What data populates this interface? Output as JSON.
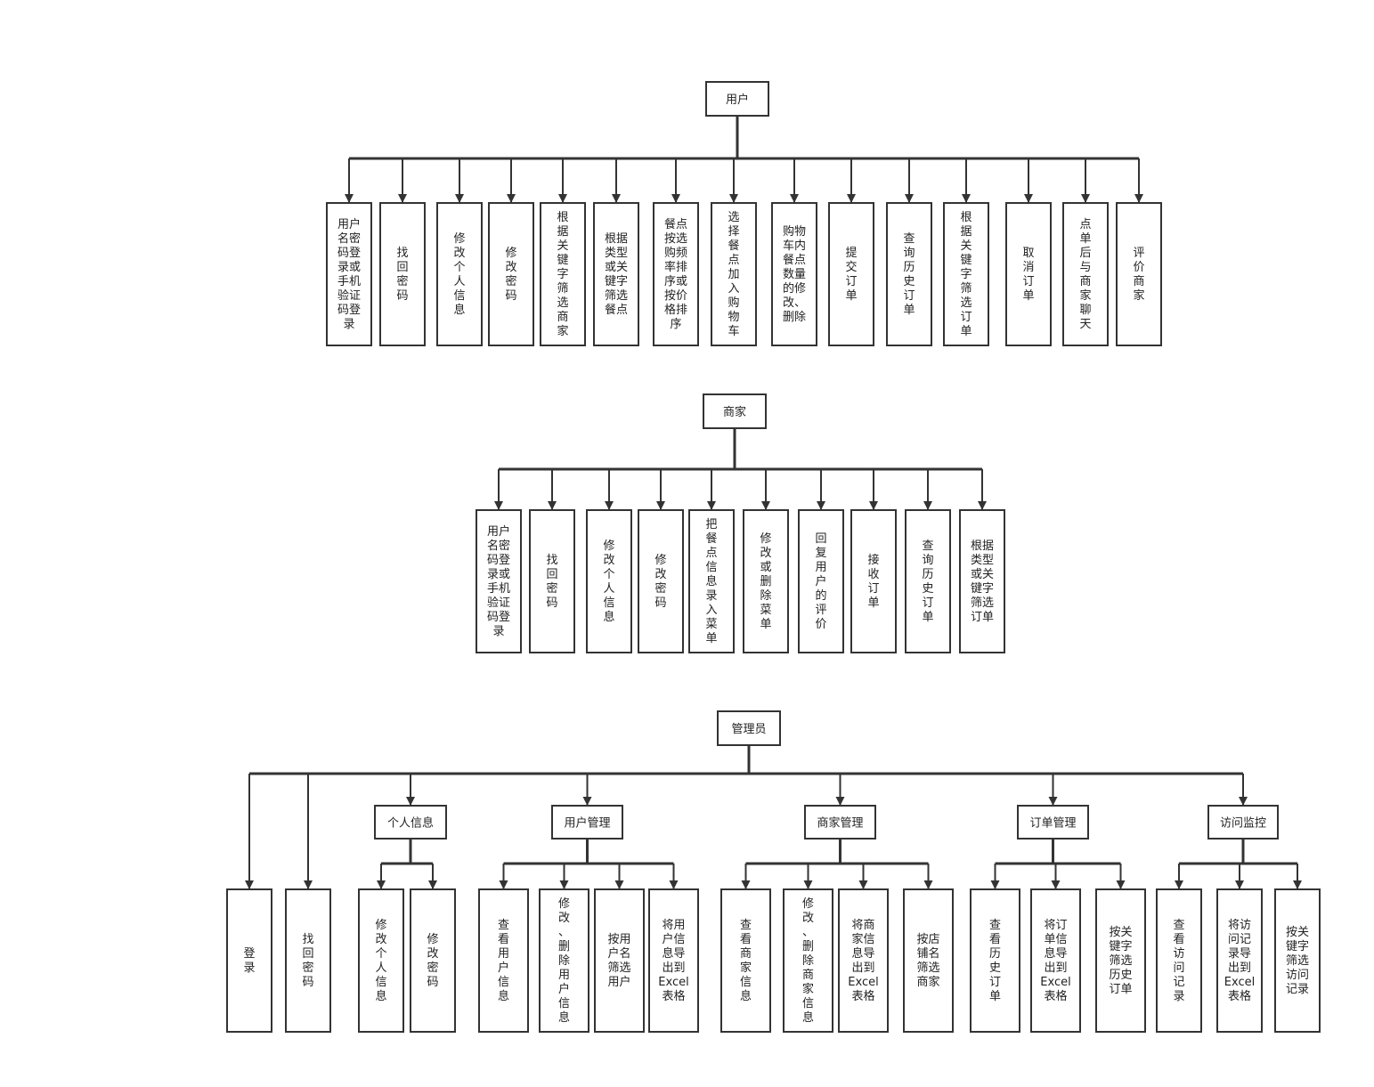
{
  "trees": [
    {
      "root": "用户",
      "children": [
        "用户名密码登录或手机验证码登录",
        "找回密码",
        "修改个人信息",
        "修改密码",
        "根据关键字筛选商家",
        "根据类型或关键字筛选餐点",
        "餐点按选购频率排序或按价格排序",
        "选择餐点加入购物车",
        "购物车内餐点数量的修改、删除",
        "提交订单",
        "查询历史订单",
        "根据关键字筛选订单",
        "取消订单",
        "点单后与商家聊天",
        "评价商家"
      ]
    },
    {
      "root": "商家",
      "children": [
        "用户名密码登录或手机验证码登录",
        "找回密码",
        "修改个人信息",
        "修改密码",
        "把餐点信息录入菜单",
        "修改或删除菜单",
        "回复用户的评价",
        "接收订单",
        "查询历史订单",
        "根据类型或关键字筛选订单"
      ]
    },
    {
      "root": "管理员",
      "direct_children": [
        "登录",
        "找回密码"
      ],
      "groups": [
        {
          "label": "个人信息",
          "children": [
            "修改个人信息",
            "修改密码"
          ]
        },
        {
          "label": "用户管理",
          "children": [
            "查看用户信息",
            "修改、删除用户信息",
            "按用户名筛选用户",
            "将用户信息导出到Excel表格"
          ]
        },
        {
          "label": "商家管理",
          "children": [
            "查看商家信息",
            "修改、删除商家信息",
            "将商家信息导出到Excel表格",
            "按店铺名筛选商家"
          ]
        },
        {
          "label": "订单管理",
          "children": [
            "查看历史订单",
            "将订单信息导出到Excel表格",
            "按关键字筛选历史订单"
          ]
        },
        {
          "label": "访问监控",
          "children": [
            "查看访问记录",
            "将访问记录导出到Excel表格",
            "按关键字筛选访问记录"
          ]
        }
      ]
    }
  ],
  "leaf_lines": {
    "t0": [
      [
        "用户",
        "名密",
        "码登",
        "录或",
        "手机",
        "验证",
        "码登",
        "录"
      ],
      [
        "找",
        "回",
        "密",
        "码"
      ],
      [
        "修",
        "改",
        "个",
        "人",
        "信",
        "息"
      ],
      [
        "修",
        "改",
        "密",
        "码"
      ],
      [
        "根",
        "据",
        "关",
        "键",
        "字",
        "筛",
        "选",
        "商",
        "家"
      ],
      [
        "根据",
        "类型",
        "或关",
        "键字",
        "筛选",
        "餐点"
      ],
      [
        "餐点",
        "按选",
        "购频",
        "率排",
        "序或",
        "按价",
        "格排",
        "序"
      ],
      [
        "选",
        "择",
        "餐",
        "点",
        "加",
        "入",
        "购",
        "物",
        "车"
      ],
      [
        "购物",
        "车内",
        "餐点",
        "数量",
        "的修",
        "改、",
        "删除"
      ],
      [
        "提",
        "交",
        "订",
        "单"
      ],
      [
        "查",
        "询",
        "历",
        "史",
        "订",
        "单"
      ],
      [
        "根",
        "据",
        "关",
        "键",
        "字",
        "筛",
        "选",
        "订",
        "单"
      ],
      [
        "取",
        "消",
        "订",
        "单"
      ],
      [
        "点",
        "单",
        "后",
        "与",
        "商",
        "家",
        "聊",
        "天"
      ],
      [
        "评",
        "价",
        "商",
        "家"
      ]
    ],
    "t1": [
      [
        "用户",
        "名密",
        "码登",
        "录或",
        "手机",
        "验证",
        "码登",
        "录"
      ],
      [
        "找",
        "回",
        "密",
        "码"
      ],
      [
        "修",
        "改",
        "个",
        "人",
        "信",
        "息"
      ],
      [
        "修",
        "改",
        "密",
        "码"
      ],
      [
        "把",
        "餐",
        "点",
        "信",
        "息",
        "录",
        "入",
        "菜",
        "单"
      ],
      [
        "修",
        "改",
        "或",
        "删",
        "除",
        "菜",
        "单"
      ],
      [
        "回",
        "复",
        "用",
        "户",
        "的",
        "评",
        "价"
      ],
      [
        "接",
        "收",
        "订",
        "单"
      ],
      [
        "查",
        "询",
        "历",
        "史",
        "订",
        "单"
      ],
      [
        "根据",
        "类型",
        "或关",
        "键字",
        "筛选",
        "订单"
      ]
    ],
    "t2_direct": [
      [
        "登",
        "录"
      ],
      [
        "找",
        "回",
        "密",
        "码"
      ]
    ],
    "t2_groups": [
      [
        [
          "修",
          "改",
          "个",
          "人",
          "信",
          "息"
        ],
        [
          "修",
          "改",
          "密",
          "码"
        ]
      ],
      [
        [
          "查",
          "看",
          "用",
          "户",
          "信",
          "息"
        ],
        [
          "修",
          "改",
          "、",
          "删",
          "除",
          "用",
          "户",
          "信",
          "息"
        ],
        [
          "按用",
          "户名",
          "筛选",
          "用户"
        ],
        [
          "将用",
          "户信",
          "息导",
          "出到",
          "Excel",
          "表格"
        ]
      ],
      [
        [
          "查",
          "看",
          "商",
          "家",
          "信",
          "息"
        ],
        [
          "修",
          "改",
          "、",
          "删",
          "除",
          "商",
          "家",
          "信",
          "息"
        ],
        [
          "将商",
          "家信",
          "息导",
          "出到",
          "Excel",
          "表格"
        ],
        [
          "按店",
          "铺名",
          "筛选",
          "商家"
        ]
      ],
      [
        [
          "查",
          "看",
          "历",
          "史",
          "订",
          "单"
        ],
        [
          "将订",
          "单信",
          "息导",
          "出到",
          "Excel",
          "表格"
        ],
        [
          "按关",
          "键字",
          "筛选",
          "历史",
          "订单"
        ]
      ],
      [
        [
          "查",
          "看",
          "访",
          "问",
          "记",
          "录"
        ],
        [
          "将访",
          "问记",
          "录导",
          "出到",
          "Excel",
          "表格"
        ],
        [
          "按关",
          "键字",
          "筛选",
          "访问",
          "记录"
        ]
      ]
    ]
  }
}
